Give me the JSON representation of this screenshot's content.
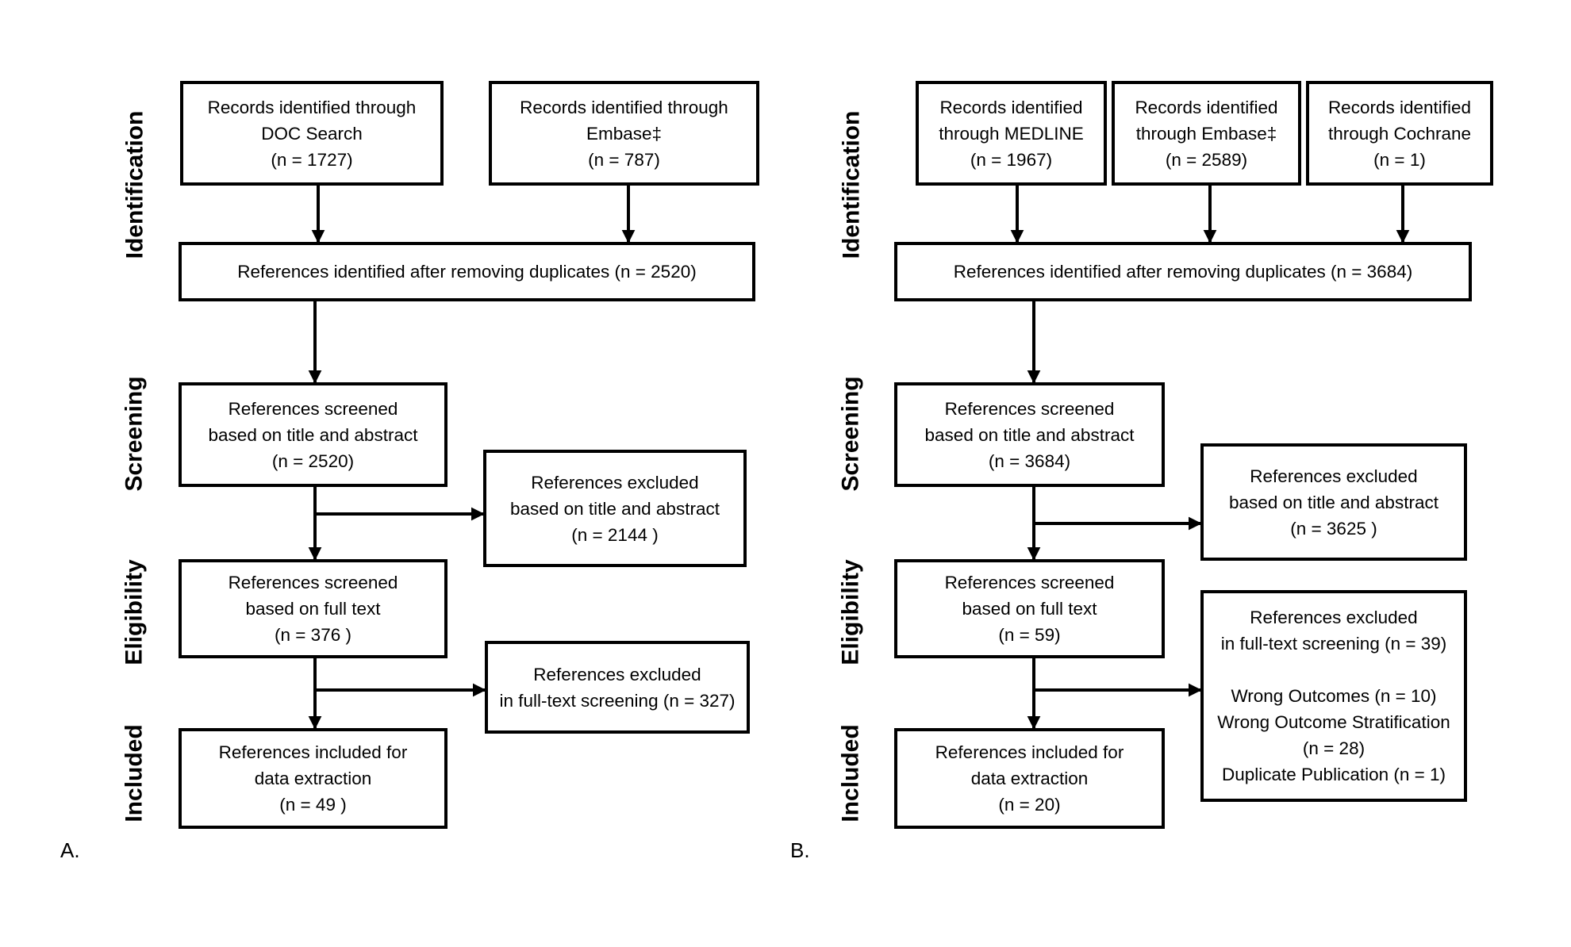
{
  "panel_a": {
    "label": "A.",
    "stages": {
      "identification": "Identification",
      "screening": "Screening",
      "eligibility": "Eligibility",
      "included": "Included"
    },
    "doc_search": {
      "line1": "Records identified through",
      "line2": "DOC Search",
      "line3": "(n = 1727)"
    },
    "embase": {
      "line1": "Records identified through",
      "line2": "Embase‡",
      "line3": "(n = 787)"
    },
    "dedup": {
      "line1": "References identified after removing duplicates (n = 2520)"
    },
    "screened_title": {
      "line1": "References screened",
      "line2": "based on title and abstract",
      "line3": "(n = 2520)"
    },
    "excluded_title": {
      "line1": "References excluded",
      "line2": "based on title and abstract",
      "line3": "(n = 2144 )"
    },
    "screened_full": {
      "line1": "References screened",
      "line2": "based on full text",
      "line3": "(n = 376 )"
    },
    "excluded_full": {
      "line1": "References excluded",
      "line2": "in full-text screening (n = 327)"
    },
    "included": {
      "line1": "References included for",
      "line2": "data extraction",
      "line3": "(n = 49 )"
    }
  },
  "panel_b": {
    "label": "B.",
    "stages": {
      "identification": "Identification",
      "screening": "Screening",
      "eligibility": "Eligibility",
      "included": "Included"
    },
    "medline": {
      "line1": "Records identified",
      "line2": "through MEDLINE",
      "line3": "(n = 1967)"
    },
    "embase": {
      "line1": "Records identified",
      "line2": "through Embase‡",
      "line3": "(n = 2589)"
    },
    "cochrane": {
      "line1": "Records identified",
      "line2": "through Cochrane",
      "line3": "(n = 1)"
    },
    "dedup": {
      "line1": "References identified after removing duplicates (n = 3684)"
    },
    "screened_title": {
      "line1": "References screened",
      "line2": "based on title and abstract",
      "line3": "(n = 3684)"
    },
    "excluded_title": {
      "line1": "References excluded",
      "line2": "based on title and abstract",
      "line3": "(n = 3625 )"
    },
    "screened_full": {
      "line1": "References screened",
      "line2": "based on full text",
      "line3": "(n = 59)"
    },
    "excluded_full": {
      "line1": "References excluded",
      "line2": "in full-text screening (n = 39)",
      "line3": "",
      "line4": "Wrong Outcomes (n = 10)",
      "line5": "Wrong Outcome Stratification",
      "line6": "(n = 28)",
      "line7": "Duplicate Publication (n = 1)"
    },
    "included": {
      "line1": "References included for",
      "line2": "data extraction",
      "line3": "(n = 20)"
    }
  },
  "colors": {
    "ink": "#000000",
    "background": "#ffffff"
  }
}
